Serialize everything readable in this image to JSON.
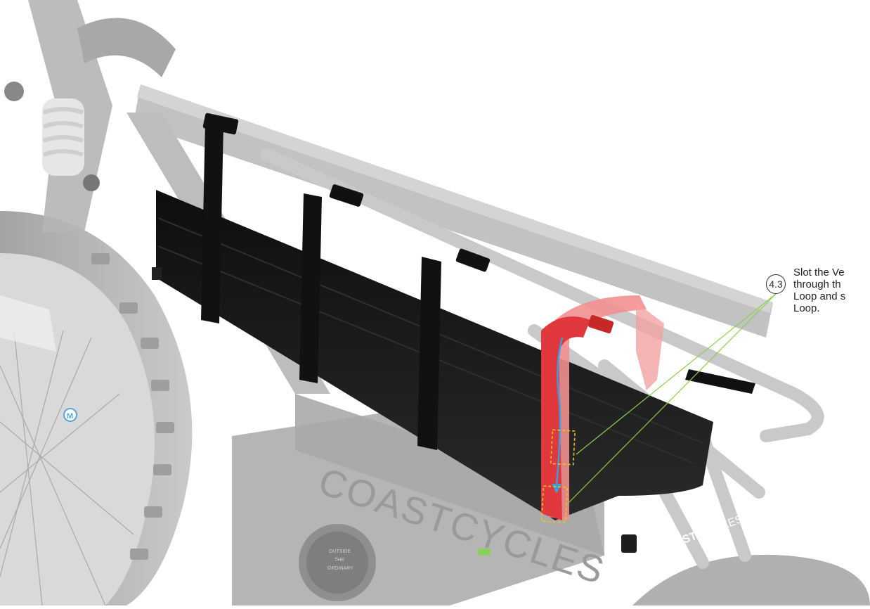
{
  "step": {
    "number": "4.3",
    "text_lines": [
      "Slot the Ve",
      "through th",
      "Loop and s",
      "Loop."
    ]
  },
  "frame_branding": {
    "large_logo": "COASTCYCLES",
    "rack_logo_bold": "COAST",
    "rack_logo_light": "CYCLES",
    "hub_label_lines": [
      "OUTSIDE",
      "THE",
      "ORDINARY"
    ]
  },
  "colors": {
    "frame": "#b8b8b8",
    "frame_dark": "#8d8d8d",
    "bag": "#151515",
    "highlight_strap": "#e0383c",
    "highlight_strap_light": "#f08a8a",
    "arrow": "#3aa0dc",
    "leader_line": "#8bd14a",
    "dashed_box": "#f2c21b"
  }
}
